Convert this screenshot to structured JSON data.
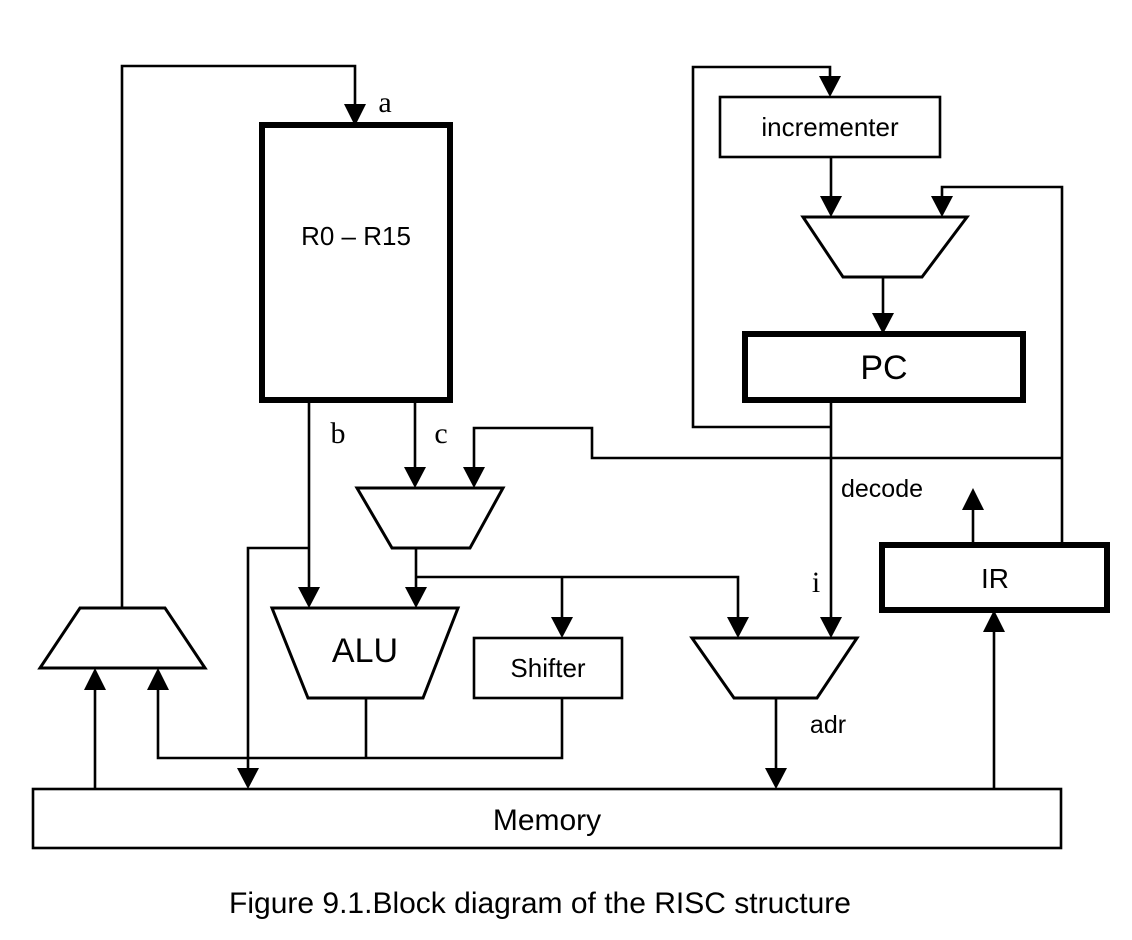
{
  "diagram": {
    "caption": "Figure 9.1.Block diagram of the RISC structure",
    "blocks": {
      "register_file": {
        "label": "R0 – R15"
      },
      "incrementer": {
        "label": "incrementer"
      },
      "pc": {
        "label": "PC"
      },
      "ir": {
        "label": "IR"
      },
      "alu": {
        "label": "ALU"
      },
      "shifter": {
        "label": "Shifter"
      },
      "memory": {
        "label": "Memory"
      }
    },
    "signals": {
      "a": "a",
      "b": "b",
      "c": "c",
      "i": "i",
      "decode": "decode",
      "adr": "adr"
    },
    "colors": {
      "line": "#000000",
      "background": "#ffffff"
    }
  }
}
